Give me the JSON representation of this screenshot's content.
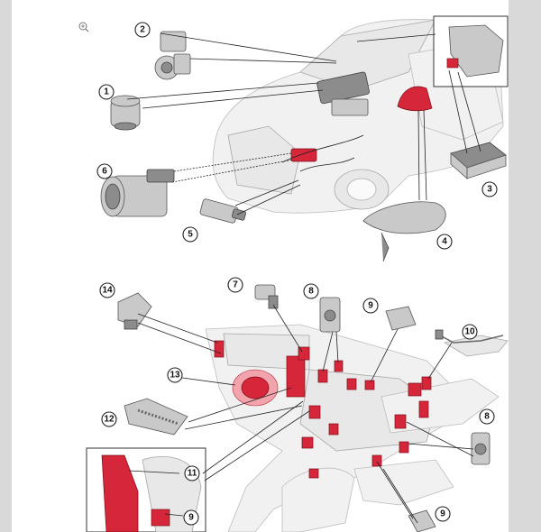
{
  "zoom_icon": "magnifier-plus-icon",
  "callouts_top": [
    "1",
    "2",
    "3",
    "4",
    "5",
    "6"
  ],
  "callouts_bottom": [
    "7",
    "8",
    "9",
    "10",
    "11",
    "12",
    "13",
    "14",
    "8",
    "9",
    "9"
  ],
  "colors": {
    "highlight": "#d6263a",
    "sidebar": "#d9d9d9"
  }
}
